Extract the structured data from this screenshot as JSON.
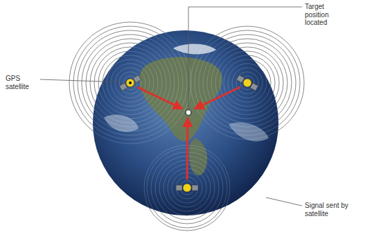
{
  "diagram": {
    "labels": [
      "GPS satellite",
      "Target position located",
      "Signal sent by satellite"
    ]
  }
}
